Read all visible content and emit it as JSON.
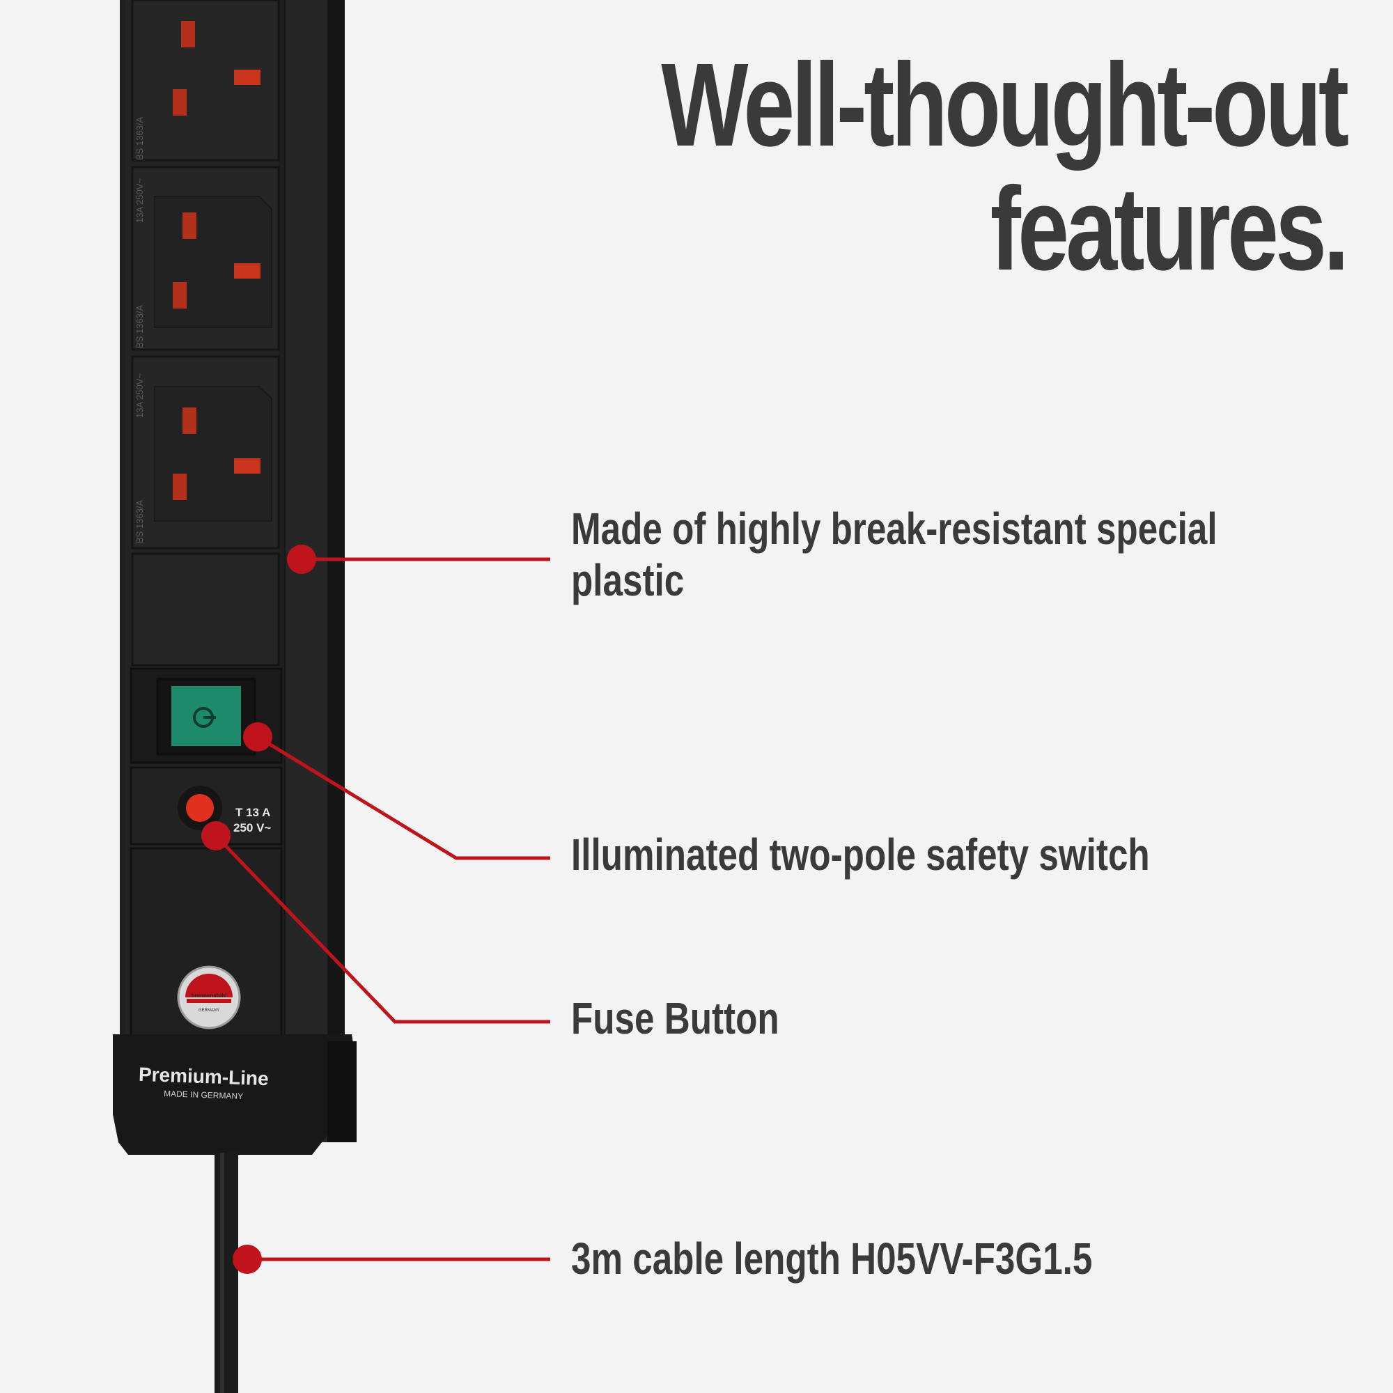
{
  "headline": {
    "line1": "Well-thought-out",
    "line2": "features."
  },
  "features": [
    {
      "line1": "Made of highly break-resistant special",
      "line2": "plastic"
    },
    {
      "line1": "Illuminated two-pole safety switch"
    },
    {
      "line1": "Fuse Button"
    },
    {
      "line1": "3m cable length H05VV-F3G1.5"
    }
  ],
  "product": {
    "socket_label_top": "13A 250V~",
    "socket_label_bottom": "BS 1363/A",
    "fuse_line1": "T 13 A",
    "fuse_line2": "250 V~",
    "brand_badge": "brennenstuhl",
    "brand_origin": "GERMANY",
    "line_name": "Premium-Line",
    "made_in": "MADE IN GERMANY"
  },
  "colors": {
    "background": "#f3f3f3",
    "text": "#3a3a3a",
    "callout": "#c0141c",
    "body": "#1d1d1d",
    "switch": "#1e8a6c",
    "pin": "#c8341c"
  }
}
